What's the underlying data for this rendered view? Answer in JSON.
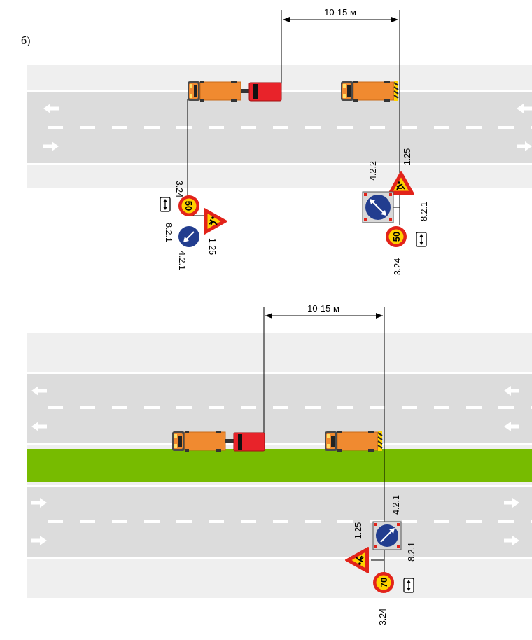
{
  "subfigure_label": "б)",
  "distance_label": "10-15 м",
  "colors": {
    "shoulder": "#efefef",
    "lane": "#dcdcdc",
    "edge_line": "#ffffff",
    "median": "#77bb00",
    "truck_body": "#f08a30",
    "trailer": "#e8232a",
    "sign_red": "#e2231a",
    "sign_blue": "#223d8f",
    "sign_yellow": "#ffd200"
  },
  "diagram_top": {
    "distance": "10-15 м",
    "left_group": {
      "sign_3_24": "3.24",
      "sign_3_24_value": "50",
      "sign_8_2_1": "8.2.1",
      "sign_4_2_1": "4.2.1",
      "sign_1_25": "1.25"
    },
    "right_group": {
      "sign_4_2_2": "4.2.2",
      "sign_1_25": "1.25",
      "sign_8_2_1": "8.2.1",
      "sign_3_24": "3.24",
      "sign_3_24_value": "50"
    }
  },
  "diagram_bottom": {
    "distance": "10-15 м",
    "signs": {
      "sign_4_2_1": "4.2.1",
      "sign_1_25": "1.25",
      "sign_8_2_1": "8.2.1",
      "sign_3_24": "3.24",
      "sign_3_24_value": "70"
    }
  }
}
